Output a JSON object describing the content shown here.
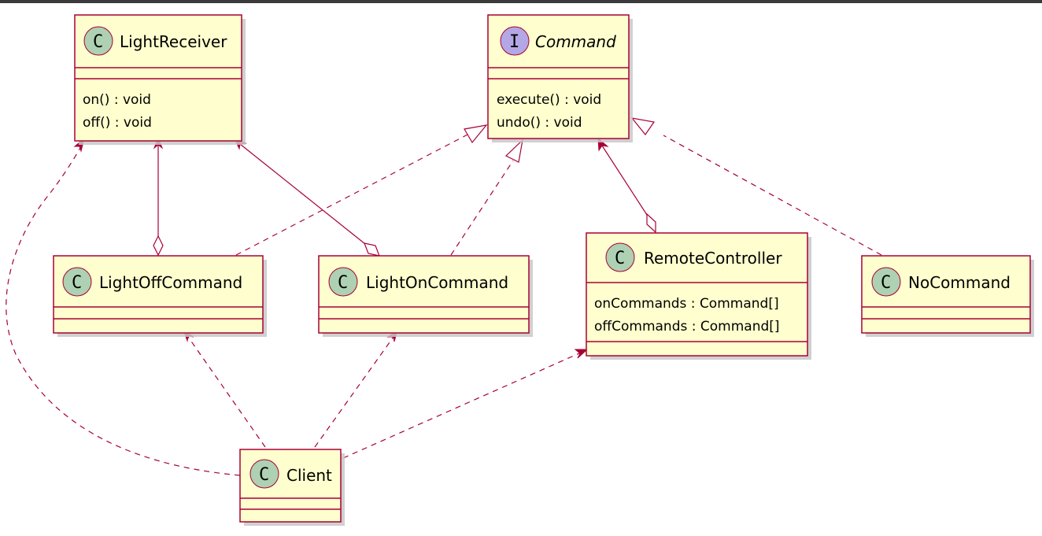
{
  "diagram": {
    "classes": {
      "light_receiver": {
        "stereotype_letter": "C",
        "name": "LightReceiver",
        "methods": [
          "on() : void",
          "off() : void"
        ]
      },
      "command": {
        "stereotype_letter": "I",
        "name": "Command",
        "methods": [
          "execute() : void",
          "undo() : void"
        ]
      },
      "light_off_command": {
        "stereotype_letter": "C",
        "name": "LightOffCommand"
      },
      "light_on_command": {
        "stereotype_letter": "C",
        "name": "LightOnCommand"
      },
      "remote_controller": {
        "stereotype_letter": "C",
        "name": "RemoteController",
        "fields": [
          "onCommands : Command[]",
          "offCommands : Command[]"
        ]
      },
      "no_command": {
        "stereotype_letter": "C",
        "name": "NoCommand"
      },
      "client": {
        "stereotype_letter": "C",
        "name": "Client"
      }
    },
    "colors": {
      "class_fill": "#FEFECE",
      "border": "#A80036",
      "class_circle": "#ADD1B2",
      "interface_circle": "#B4A7E5"
    }
  }
}
